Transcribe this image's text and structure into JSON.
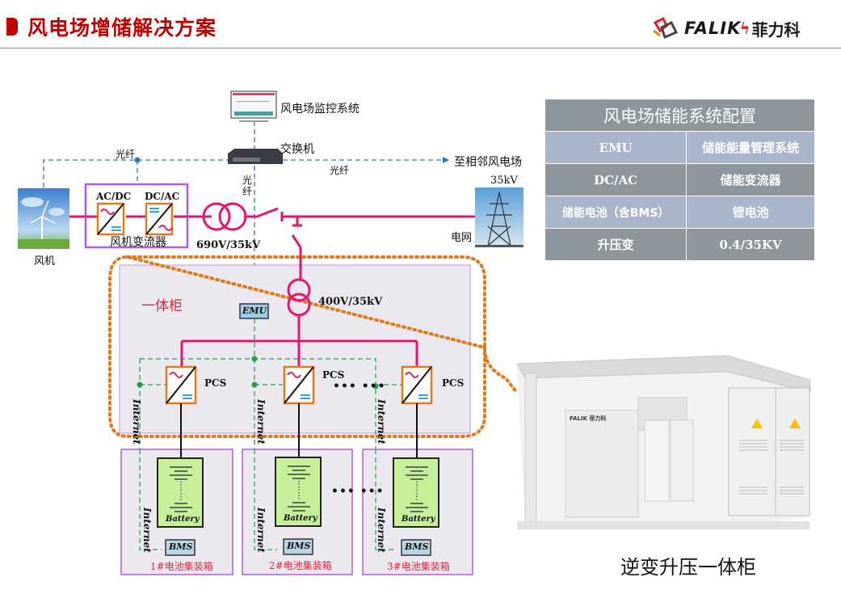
{
  "header": {
    "title": "风电场增储解决方案",
    "logo_latin": "FALIK",
    "logo_cn": "菲力科",
    "accent_color": "#c00000"
  },
  "config_table": {
    "title": "风电场储能系统配置",
    "rows": [
      {
        "key": "EMU",
        "value": "储能能量管理系统"
      },
      {
        "key": "DC/AC",
        "value": "储能变流器"
      },
      {
        "key": "储能电池（含BMS）",
        "value": "锂电池"
      },
      {
        "key": "升压变",
        "value": "0.4/35KV"
      }
    ]
  },
  "diagram": {
    "monitor_label": "风电场监控系统",
    "switch_label": "交换机",
    "fiber_left_label": "光纤",
    "fiber_mid_label": "光纤",
    "fiber_vertical_label": "光\n纤",
    "neighbor_label": "至相邻风电场",
    "wind_turbine_label": "风机",
    "converter_label": "风机变流器",
    "acdc_label": "AC/DC",
    "dcac_label": "DC/AC",
    "transformer_main_label": "690V/35kV",
    "grid_voltage_label": "35kV",
    "grid_label": "电网",
    "cabinet_label": "一体柜",
    "emu_label": "EMU",
    "transformer_storage_label": "400V/35kV",
    "pcs_label": "PCS",
    "internet_label": "Internet",
    "battery_label": "Battery",
    "bms_label": "BMS",
    "ellipsis": "••• •••",
    "containers": [
      "1#电池集装箱",
      "2#电池集装箱",
      "3#电池集装箱"
    ],
    "colors": {
      "power_line": "#e6146e",
      "fiber_line": "#2e75b6",
      "internet_line": "#1aa34a",
      "cabinet_dotted": "#e07a1a",
      "container_border": "#b35ae0",
      "converter_border": "#e07a1a",
      "battery_fill": "#c6ef9a",
      "emu_fill": "#9dcfe0"
    }
  },
  "photo": {
    "caption": "逆变升压一体柜",
    "brand_on_photo": "FALIK 菲力科"
  }
}
